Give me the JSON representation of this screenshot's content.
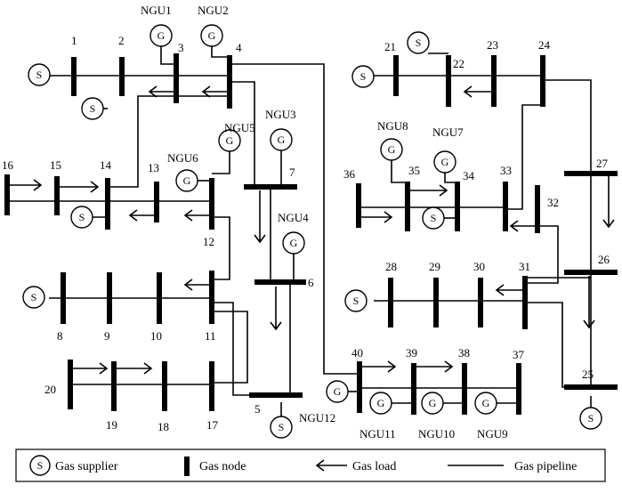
{
  "legend": {
    "supplier_symbol": "S",
    "supplier_label": "Gas supplier",
    "node_label": "Gas node",
    "load_label": "Gas load",
    "pipeline_label": "Gas pipeline"
  },
  "supplier_symbol": "S",
  "generator_symbol": "G",
  "nodes": [
    "1",
    "2",
    "3",
    "4",
    "5",
    "6",
    "7",
    "8",
    "9",
    "10",
    "11",
    "12",
    "13",
    "14",
    "15",
    "16",
    "17",
    "18",
    "19",
    "20",
    "21",
    "22",
    "23",
    "24",
    "25",
    "26",
    "27",
    "28",
    "29",
    "30",
    "31",
    "32",
    "33",
    "34",
    "35",
    "36",
    "37",
    "38",
    "39",
    "40"
  ],
  "generators": [
    "NGU1",
    "NGU2",
    "NGU3",
    "NGU4",
    "NGU5",
    "NGU6",
    "NGU7",
    "NGU8",
    "NGU9",
    "NGU10",
    "NGU11",
    "NGU12"
  ]
}
